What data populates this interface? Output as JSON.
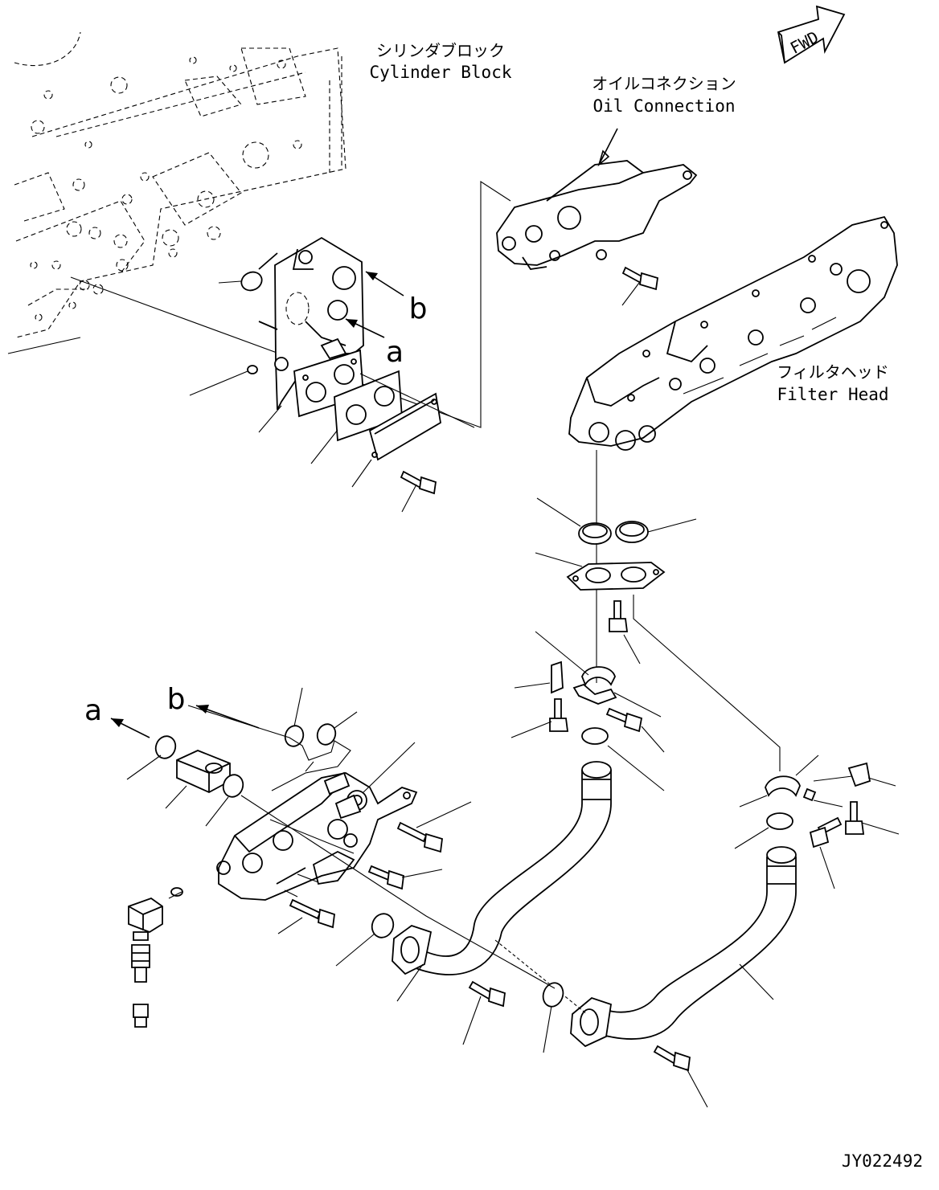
{
  "labels": {
    "cylinder_block_jp": "シリンダブロック",
    "cylinder_block_en": "Cylinder Block",
    "oil_connection_jp": "オイルコネクション",
    "oil_connection_en": "Oil Connection",
    "filter_head_jp": "フィルタヘッド",
    "filter_head_en": "Filter Head",
    "fwd": "FWD",
    "ref_a_top": "a",
    "ref_b_top": "b",
    "ref_a_bottom": "a",
    "ref_b_bottom": "b",
    "drawing_number": "JY022492"
  }
}
